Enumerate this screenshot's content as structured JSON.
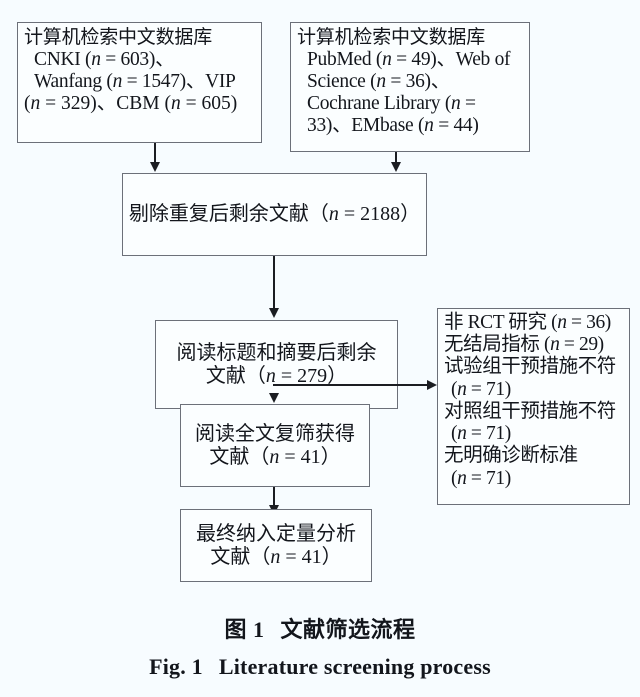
{
  "figure": {
    "caption_cn_label": "图 1",
    "caption_cn_text": "文献筛选流程",
    "caption_en_label": "Fig. 1",
    "caption_en_text": "Literature screening process",
    "background_color": "#f7fcff",
    "box_border_color": "#6c7079",
    "connector_color": "#1b1d22"
  },
  "boxes": {
    "source_cn": {
      "name": "computer-search-chinese-databases",
      "lines": [
        "计算机检索中文数据库",
        "CNKI（n = 603）、",
        "Wanfang（n = 1547）、VIP",
        "（n = 329）、CBM（n = 605）"
      ],
      "header": "计算机检索中文数据库",
      "line2": "CNKI (n = 603)、",
      "line3": "Wanfang (n = 1547)、VIP",
      "line4": "(n = 329)、CBM (n = 605)",
      "databases": [
        {
          "name": "CNKI",
          "n": 603
        },
        {
          "name": "Wanfang",
          "n": 1547
        },
        {
          "name": "VIP",
          "n": 329
        },
        {
          "name": "CBM",
          "n": 605
        }
      ]
    },
    "source_en": {
      "name": "computer-search-english-databases",
      "header": "计算机检索中文数据库",
      "line2": "PubMed (n = 49)、Web of",
      "line3": "Science (n = 36)、",
      "line4": "Cochrane Library (n =",
      "line5": "33)、EMbase (n = 44)",
      "databases": [
        {
          "name": "PubMed",
          "n": 49
        },
        {
          "name": "Web of Science",
          "n": 36
        },
        {
          "name": "Cochrane Library",
          "n": 33
        },
        {
          "name": "EMbase",
          "n": 44
        }
      ]
    },
    "dedup": {
      "name": "records-after-duplicates-removed",
      "text": "剔除重复后剩余文献（n = 2188）",
      "label": "剔除重复后剩余文献",
      "n": 2188
    },
    "title_abstract": {
      "name": "records-after-title-abstract-screening",
      "line1": "阅读标题和摘要后剩余",
      "line2": "文献（n = 279）",
      "label": "阅读标题和摘要后剩余文献",
      "n": 279
    },
    "fulltext": {
      "name": "records-after-fulltext-screening",
      "line1": "阅读全文复筛获得",
      "line2": "文献（n = 41）",
      "label": "阅读全文复筛获得文献",
      "n": 41
    },
    "included": {
      "name": "studies-included-in-quantitative-synthesis",
      "line1": "最终纳入定量分析",
      "line2": "文献（n = 41）",
      "label": "最终纳入定量分析文献",
      "n": 41
    },
    "excluded": {
      "name": "excluded-records-reasons",
      "lines": [
        "非 RCT 研究（n = 36）",
        "无结局指标（n = 29）",
        "试验组干预措施不符",
        "（n = 71）",
        "对照组干预措施不符",
        "（n = 71）",
        "无明确诊断标准",
        "（n = 71）"
      ],
      "line1": "非 RCT 研究 (n = 36)",
      "line2": "无结局指标 (n = 29)",
      "line3": "试验组干预措施不符",
      "line4": "(n = 71)",
      "line5": "对照组干预措施不符",
      "line6": "(n = 71)",
      "line7": "无明确诊断标准",
      "line8": "(n = 71)",
      "reasons": [
        {
          "reason": "非 RCT 研究",
          "n": 36
        },
        {
          "reason": "无结局指标",
          "n": 29
        },
        {
          "reason": "试验组干预措施不符",
          "n": 71
        },
        {
          "reason": "对照组干预措施不符",
          "n": 71
        },
        {
          "reason": "无明确诊断标准",
          "n": 71
        }
      ]
    }
  }
}
